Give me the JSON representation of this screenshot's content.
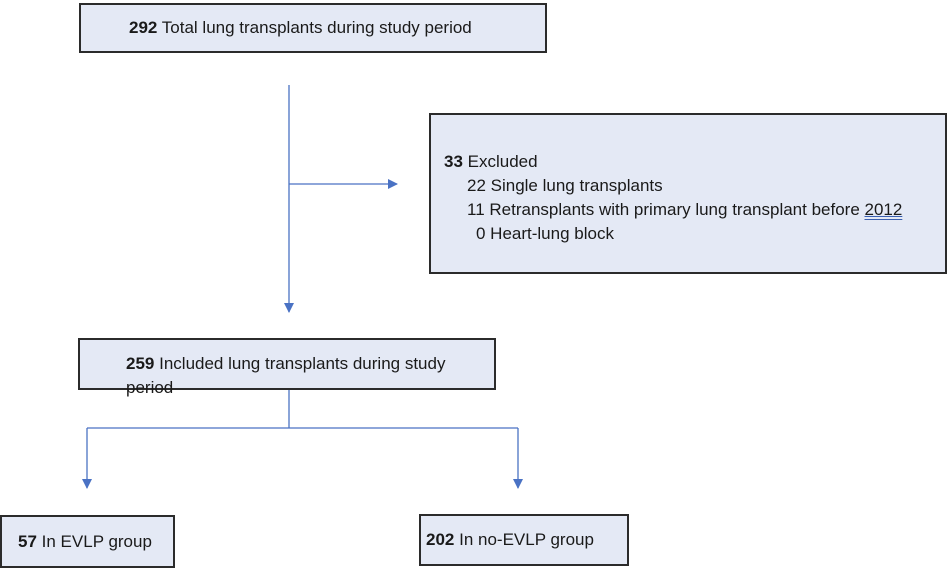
{
  "total": {
    "count": "292",
    "text": "Total lung transplants during study period"
  },
  "excluded": {
    "count": "33",
    "text": "Excluded",
    "reasons": [
      {
        "text": "22 Single lung transplants"
      },
      {
        "text": "11 Retransplants with primary lung transplant before ",
        "underlined": "2012"
      },
      {
        "text": "0 Heart-lung block"
      }
    ]
  },
  "included": {
    "count": "259",
    "text": "Included lung transplants during study period"
  },
  "groups": [
    {
      "count": "57",
      "text": "In EVLP group"
    },
    {
      "count": "202",
      "text": "In no-EVLP group"
    }
  ],
  "colors": {
    "box_fill": "#e4e9f5",
    "box_border": "#2b2b2b",
    "arrow": "#4a72c4"
  }
}
